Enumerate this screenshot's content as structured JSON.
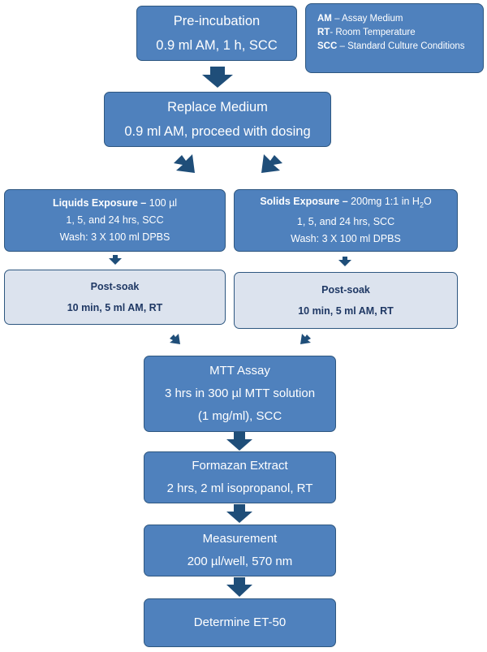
{
  "legend": [
    {
      "abbr": "AM",
      "sep": " – ",
      "text": "Assay Medium"
    },
    {
      "abbr": "RT",
      "sep": "- ",
      "text": "Room Temperature"
    },
    {
      "abbr": "SCC",
      "sep": " – ",
      "text": "Standard Culture Conditions"
    }
  ],
  "pre_incubation": {
    "title": "Pre-incubation",
    "detail": "0.9 ml AM, 1 h, SCC"
  },
  "replace_medium": {
    "title": "Replace Medium",
    "detail": "0.9 ml AM,  proceed with dosing"
  },
  "liquids": {
    "title": "Liquids Exposure –",
    "amount": " 100 µl",
    "line2": "1, 5, and 24 hrs, SCC",
    "line3": "Wash: 3 X 100 ml DPBS"
  },
  "solids": {
    "title": "Solids Exposure –",
    "amount_pre": " 200mg 1:1 in H",
    "amount_sub": "2",
    "amount_post": "O",
    "line2": "1, 5, and 24 hrs, SCC",
    "line3": "Wash: 3 X 100 ml DPBS"
  },
  "post_soak_left": {
    "title": "Post-soak",
    "detail": "10 min, 5 ml AM, RT"
  },
  "post_soak_right": {
    "title": "Post-soak",
    "detail": "10 min, 5 ml AM, RT"
  },
  "mtt_assay": {
    "title": "MTT Assay",
    "line2": "3 hrs in 300 µl MTT solution",
    "line3": "(1 mg/ml), SCC"
  },
  "formazan": {
    "title": "Formazan Extract",
    "detail": "2 hrs, 2 ml isopropanol, RT"
  },
  "measurement": {
    "title": "Measurement",
    "detail": "200 µl/well, 570 nm"
  },
  "determine": {
    "title": "Determine ET-50"
  },
  "colors": {
    "box_fill": "#4f81bd",
    "box_border": "#2e5780",
    "light_fill": "#dce3ee",
    "arrow": "#1f4e79",
    "light_text": "#1f3864"
  }
}
